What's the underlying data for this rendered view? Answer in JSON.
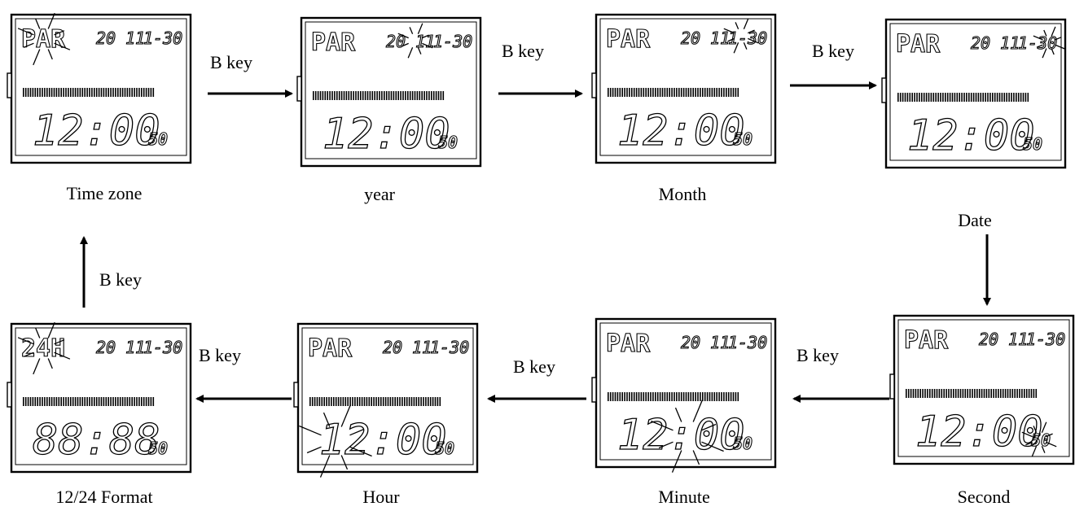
{
  "screens": [
    {
      "id": "timezone",
      "caption": "Time zone",
      "zone": "PAR",
      "year": "20 11",
      "date": "1-30",
      "time": "12:00",
      "seconds": "50",
      "flashing": "zone"
    },
    {
      "id": "year",
      "caption": "year",
      "zone": "PAR",
      "year": "20 11",
      "date": "1-30",
      "time": "12:00",
      "seconds": "50",
      "flashing": "year"
    },
    {
      "id": "month",
      "caption": "Month",
      "zone": "PAR",
      "year": "20 11",
      "date": "1-30",
      "time": "12:00",
      "seconds": "50",
      "flashing": "month"
    },
    {
      "id": "date",
      "caption": "Date",
      "zone": "PAR",
      "year": "20 11",
      "date": "1-30",
      "time": "12:00",
      "seconds": "50",
      "flashing": "date"
    },
    {
      "id": "second",
      "caption": "Second",
      "zone": "PAR",
      "year": "20 11",
      "date": "1-30",
      "time": "12:00",
      "seconds": "50",
      "flashing": "seconds"
    },
    {
      "id": "minute",
      "caption": "Minute",
      "zone": "PAR",
      "year": "20 11",
      "date": "1-30",
      "time": "12:00",
      "seconds": "50",
      "flashing": "minutes"
    },
    {
      "id": "hour",
      "caption": "Hour",
      "zone": "PAR",
      "year": "20 11",
      "date": "1-30",
      "time": "12:00",
      "seconds": "50",
      "flashing": "hours"
    },
    {
      "id": "format",
      "caption": "12/24 Format",
      "zone": "24H",
      "year": "20 11",
      "date": "1-30",
      "time": "88:88",
      "seconds": "50",
      "flashing": "zone"
    }
  ],
  "arrows": [
    {
      "from": "timezone",
      "to": "year",
      "label": "B key"
    },
    {
      "from": "year",
      "to": "month",
      "label": "B key"
    },
    {
      "from": "month",
      "to": "date",
      "label": "B key"
    },
    {
      "from": "date",
      "to": "second",
      "label": ""
    },
    {
      "from": "second",
      "to": "minute",
      "label": "B key"
    },
    {
      "from": "minute",
      "to": "hour",
      "label": "B key"
    },
    {
      "from": "hour",
      "to": "format",
      "label": "B key"
    },
    {
      "from": "format",
      "to": "timezone",
      "label": "B key"
    }
  ]
}
